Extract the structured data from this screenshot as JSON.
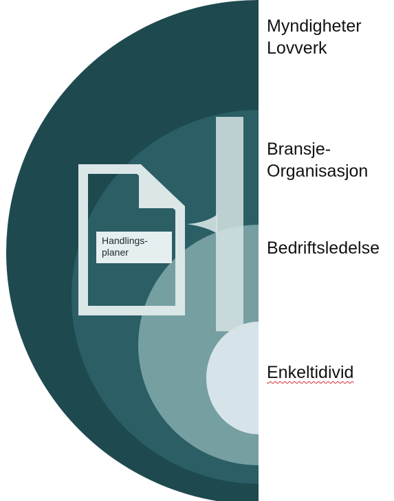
{
  "colors": {
    "outer_ring": "#1e4a4f",
    "ring_2": "#2b5e65",
    "ring_3": "#7ea6a9",
    "inner_core": "#d6e4ea",
    "document": "#dbe6e7",
    "label_box": "#e6eff0"
  },
  "icons": {
    "document": "document-icon"
  },
  "document_label": {
    "line1": "Handlings-",
    "line2": "planer"
  },
  "levels": [
    {
      "line1": "Myndigheter",
      "line2": "Lovverk"
    },
    {
      "line1": "Bransje-",
      "line2": "Organisasjon"
    },
    {
      "line1": "Bedriftsledelse"
    },
    {
      "line1": "Enkeltidivid"
    }
  ]
}
